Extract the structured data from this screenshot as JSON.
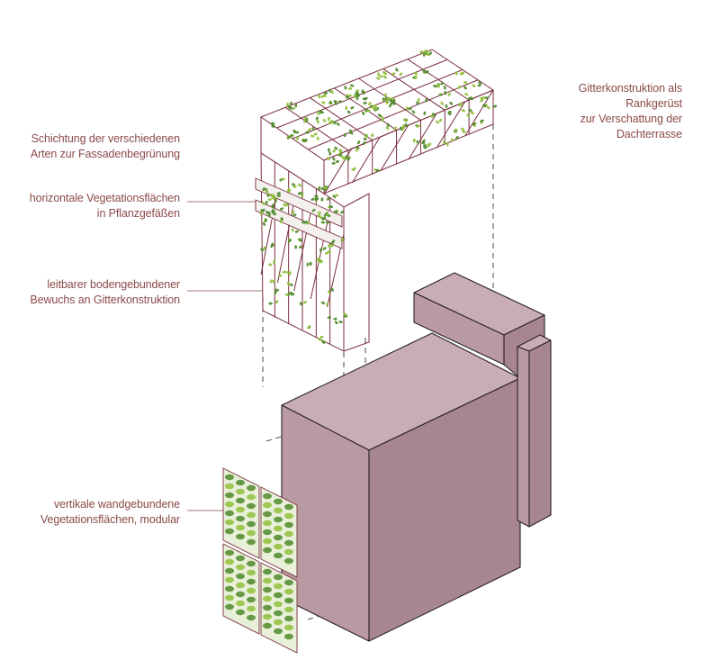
{
  "annotations": {
    "trellis": {
      "line1": "Gitterkonstruktion als Rankgerüst",
      "line2": "zur Verschattung der Dachterrasse"
    },
    "layering": {
      "line1": "Schichtung der verschiedenen",
      "line2": "Arten zur Fassadenbegrünung"
    },
    "planters": {
      "line1": "horizontale Vegetationsflächen",
      "line2": "in Pflanzgefäßen"
    },
    "climbers": {
      "line1": "leitbarer bodengebundener",
      "line2": "Bewuchs an Gitterkonstruktion"
    },
    "wall_modules": {
      "line1": "vertikale wandgebundene",
      "line2": "Vegetationsflächen, modular"
    }
  },
  "colors": {
    "building_front": "#b99aa2",
    "building_side": "#a78690",
    "building_top": "#c8adb4",
    "outline": "#2a2226",
    "trellis": "#7a2f3e",
    "leader_line": "#8b4a4a",
    "label_text": "#8b4a4a",
    "foliage": "#8fbf3a",
    "foliage_dark": "#4f8a2a"
  },
  "icons": [
    "trellis-grid",
    "planter-box",
    "wall-panel-module",
    "building-block"
  ]
}
